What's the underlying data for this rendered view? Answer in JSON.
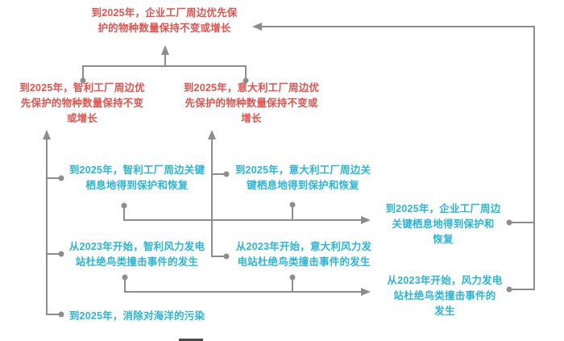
{
  "diagram": {
    "type": "goal-hierarchy-flowchart",
    "colors": {
      "primary_goal_text": "#e2534e",
      "sub_goal_text": "#29b5d8",
      "connector": "#8d8d8d",
      "background": "#ffffff"
    },
    "nodes": {
      "corp_species": {
        "full_text": "到2025年，企业工厂周边优先保护的物种数量保持不变或增长",
        "lines": [
          "到2025年，企业工厂周边优先保",
          "护的物种数量保持不变或增长"
        ]
      },
      "chile_species": {
        "full_text": "到2025年，智利工厂周边优先保护的物种数量保持不变或增长",
        "lines": [
          "到2025年，智利工厂周边优",
          "先保护的物种数量保持不变",
          "或增长"
        ]
      },
      "italy_species": {
        "full_text": "到2025年，意大利工厂周边优先保护的物种数量保持不变或增长",
        "lines": [
          "到2025年，意大利工厂周边优",
          "先保护的物种数量保持不变或",
          "增长"
        ]
      },
      "chile_habitat": {
        "full_text": "到2025年，智利工厂周边关键栖息地得到保护和恢复",
        "lines": [
          "到2025年，智利工厂周边关键",
          "栖息地得到保护和恢复"
        ]
      },
      "italy_habitat": {
        "full_text": "到2025年，意大利工厂周边关键栖息地得到保护和恢复",
        "lines": [
          "到2025年，意大利工厂周边关",
          "键栖息地得到保护和恢复"
        ]
      },
      "corp_habitat": {
        "full_text": "到2025年，企业工厂周边关键栖息地得到保护和恢复",
        "lines": [
          "到2025年，企业工厂周边",
          "关键栖息地得到保护和",
          "恢复"
        ]
      },
      "chile_wind": {
        "full_text": "从2023年开始，智利风力发电站杜绝鸟类撞击事件的发生",
        "lines": [
          "从2023年开始，智利风力发电",
          "站杜绝鸟类撞击事件的发生"
        ]
      },
      "italy_wind": {
        "full_text": "从2023年开始，意大利风力发电站杜绝鸟类撞击事件的发生",
        "lines": [
          "从2023年开始，意大利风力发",
          "电站杜绝鸟类撞击事件的发生"
        ]
      },
      "corp_wind": {
        "full_text": "从2023年开始，风力发电站杜绝鸟类撞击事件的发生",
        "lines": [
          "从2023年开始，风力发电",
          "站杜绝鸟类撞击事件的",
          "发生"
        ]
      },
      "ocean": {
        "full_text": "到2025年，消除对海洋的污染",
        "lines": [
          "到2025年，消除对海洋的污染"
        ]
      }
    }
  }
}
